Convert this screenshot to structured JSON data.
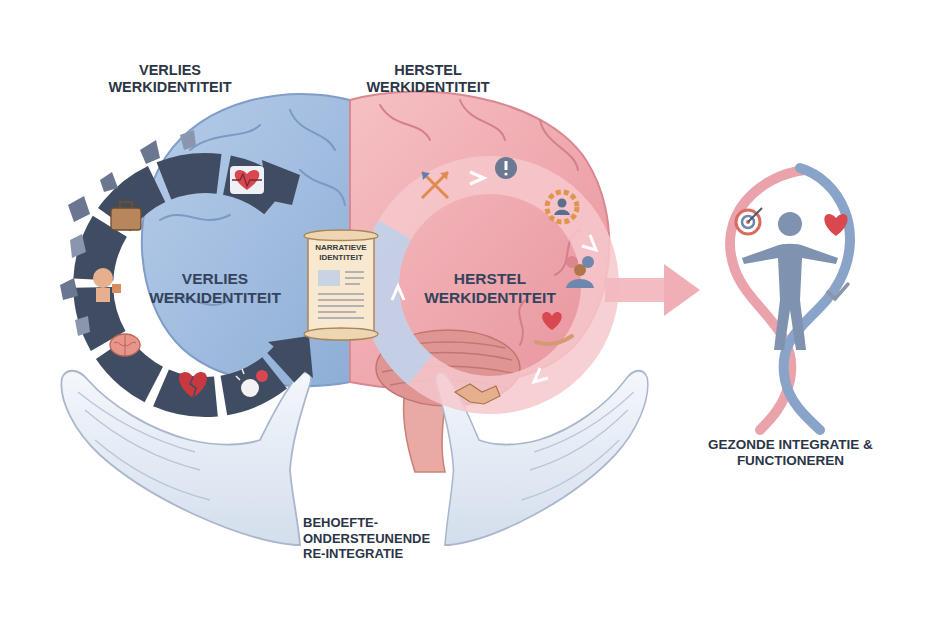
{
  "diagram": {
    "nodes": [
      {
        "text": [
          "VERLIES WERKIDENTITEIT",
          "VERLIES WERKIDENTITEIT"
        ]
      },
      {
        "text": [
          "NARRATIEVE IDENTITEIT"
        ]
      },
      {
        "text": [
          "HERSTEL WERKIDENTITEIT",
          "HERSTEL WERKIDENTITEIT"
        ]
      },
      {
        "text": [
          "GEZONDE INTEGRATIE & FUNCTIONEREN"
        ]
      }
    ],
    "edges": [
      {
        "from": 2,
        "to": 3,
        "arrow": "to"
      }
    ],
    "labels": [
      "BEHOEFTE- ONDERSTEUNENDE RE-INTEGRATIE"
    ]
  }
}
